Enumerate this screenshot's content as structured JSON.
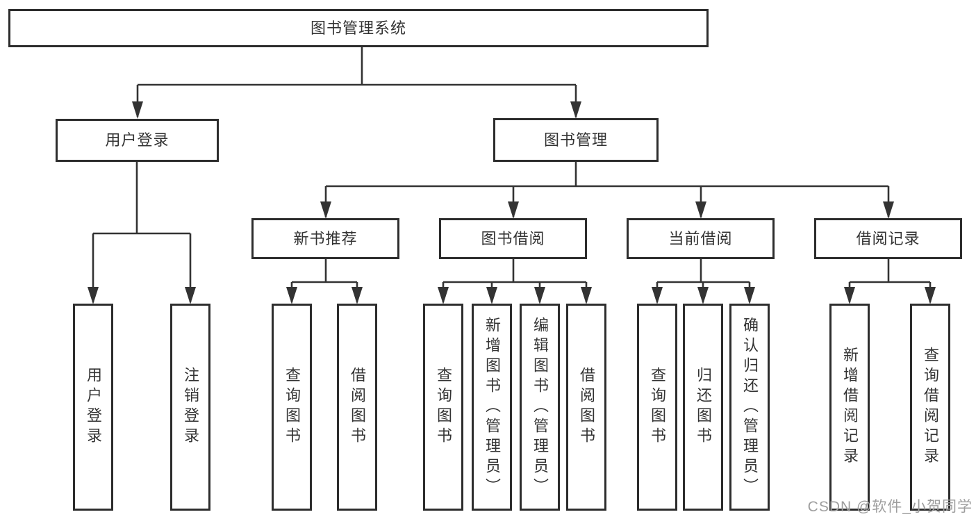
{
  "nodes": {
    "root": {
      "label": "图书管理系统"
    },
    "user_login": {
      "label": "用户登录"
    },
    "book_mgmt": {
      "label": "图书管理"
    },
    "new_book_rec": {
      "label": "新书推荐"
    },
    "book_borrow": {
      "label": "图书借阅"
    },
    "current_borrow": {
      "label": "当前借阅"
    },
    "borrow_record": {
      "label": "借阅记录"
    },
    "leaf_user_login": {
      "label": "用户登录"
    },
    "leaf_logout": {
      "label": "注销登录"
    },
    "leaf_query_book_1": {
      "label": "查询图书"
    },
    "leaf_borrow_book_1": {
      "label": "借阅图书"
    },
    "leaf_query_book_2": {
      "label": "查询图书"
    },
    "leaf_add_book": {
      "label": "新增图书（管理员）"
    },
    "leaf_edit_book": {
      "label": "编辑图书（管理员）"
    },
    "leaf_borrow_book_2": {
      "label": "借阅图书"
    },
    "leaf_query_book_3": {
      "label": "查询图书"
    },
    "leaf_return_book": {
      "label": "归还图书"
    },
    "leaf_confirm_return": {
      "label": "确认归还（管理员）"
    },
    "leaf_add_record": {
      "label": "新增借阅记录"
    },
    "leaf_query_record": {
      "label": "查询借阅记录"
    }
  },
  "watermark": "CSDN @软件_小贺同学",
  "colors": {
    "line": "#333333",
    "box_border": "#2d2d2d",
    "text": "#333333",
    "watermark": "#9e9e9e",
    "background": "#ffffff"
  }
}
